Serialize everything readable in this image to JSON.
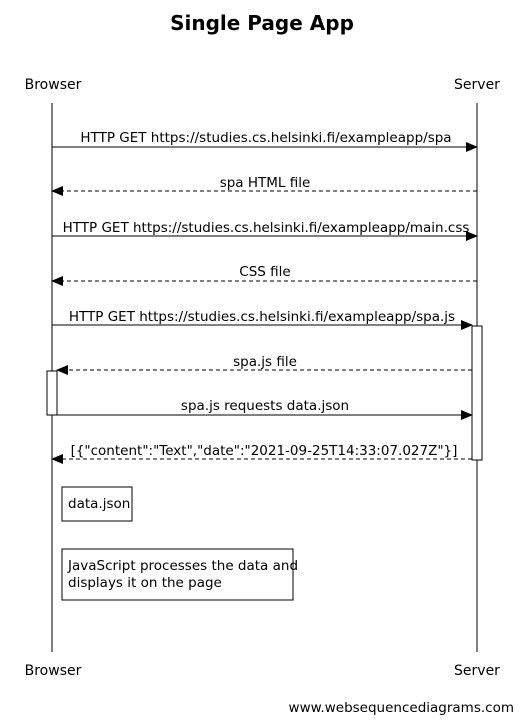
{
  "title": "Single Page App",
  "participants": {
    "browser": "Browser",
    "server": "Server"
  },
  "messages": [
    {
      "label": "HTTP GET https://studies.cs.helsinki.fi/exampleapp/spa",
      "from": "browser",
      "to": "server",
      "style": "solid"
    },
    {
      "label": "spa HTML file",
      "from": "server",
      "to": "browser",
      "style": "dashed"
    },
    {
      "label": "HTTP GET https://studies.cs.helsinki.fi/exampleapp/main.css",
      "from": "browser",
      "to": "server",
      "style": "solid"
    },
    {
      "label": "CSS file",
      "from": "server",
      "to": "browser",
      "style": "dashed"
    },
    {
      "label": "HTTP GET https://studies.cs.helsinki.fi/exampleapp/spa.js",
      "from": "browser",
      "to": "server",
      "style": "solid"
    },
    {
      "label": "spa.js file",
      "from": "server",
      "to": "browser",
      "style": "dashed"
    },
    {
      "label": "spa.js requests data.json",
      "from": "browser",
      "to": "server",
      "style": "solid"
    },
    {
      "label": "[{\"content\":\"Text\",\"date\":\"2021-09-25T14:33:07.027Z\"}]",
      "from": "server",
      "to": "browser",
      "style": "dashed"
    }
  ],
  "notes": [
    {
      "lines": [
        "data.json"
      ]
    },
    {
      "lines": [
        "JavaScript processes the data and",
        "displays it on the page"
      ]
    }
  ],
  "credit": "www.websequencediagrams.com"
}
